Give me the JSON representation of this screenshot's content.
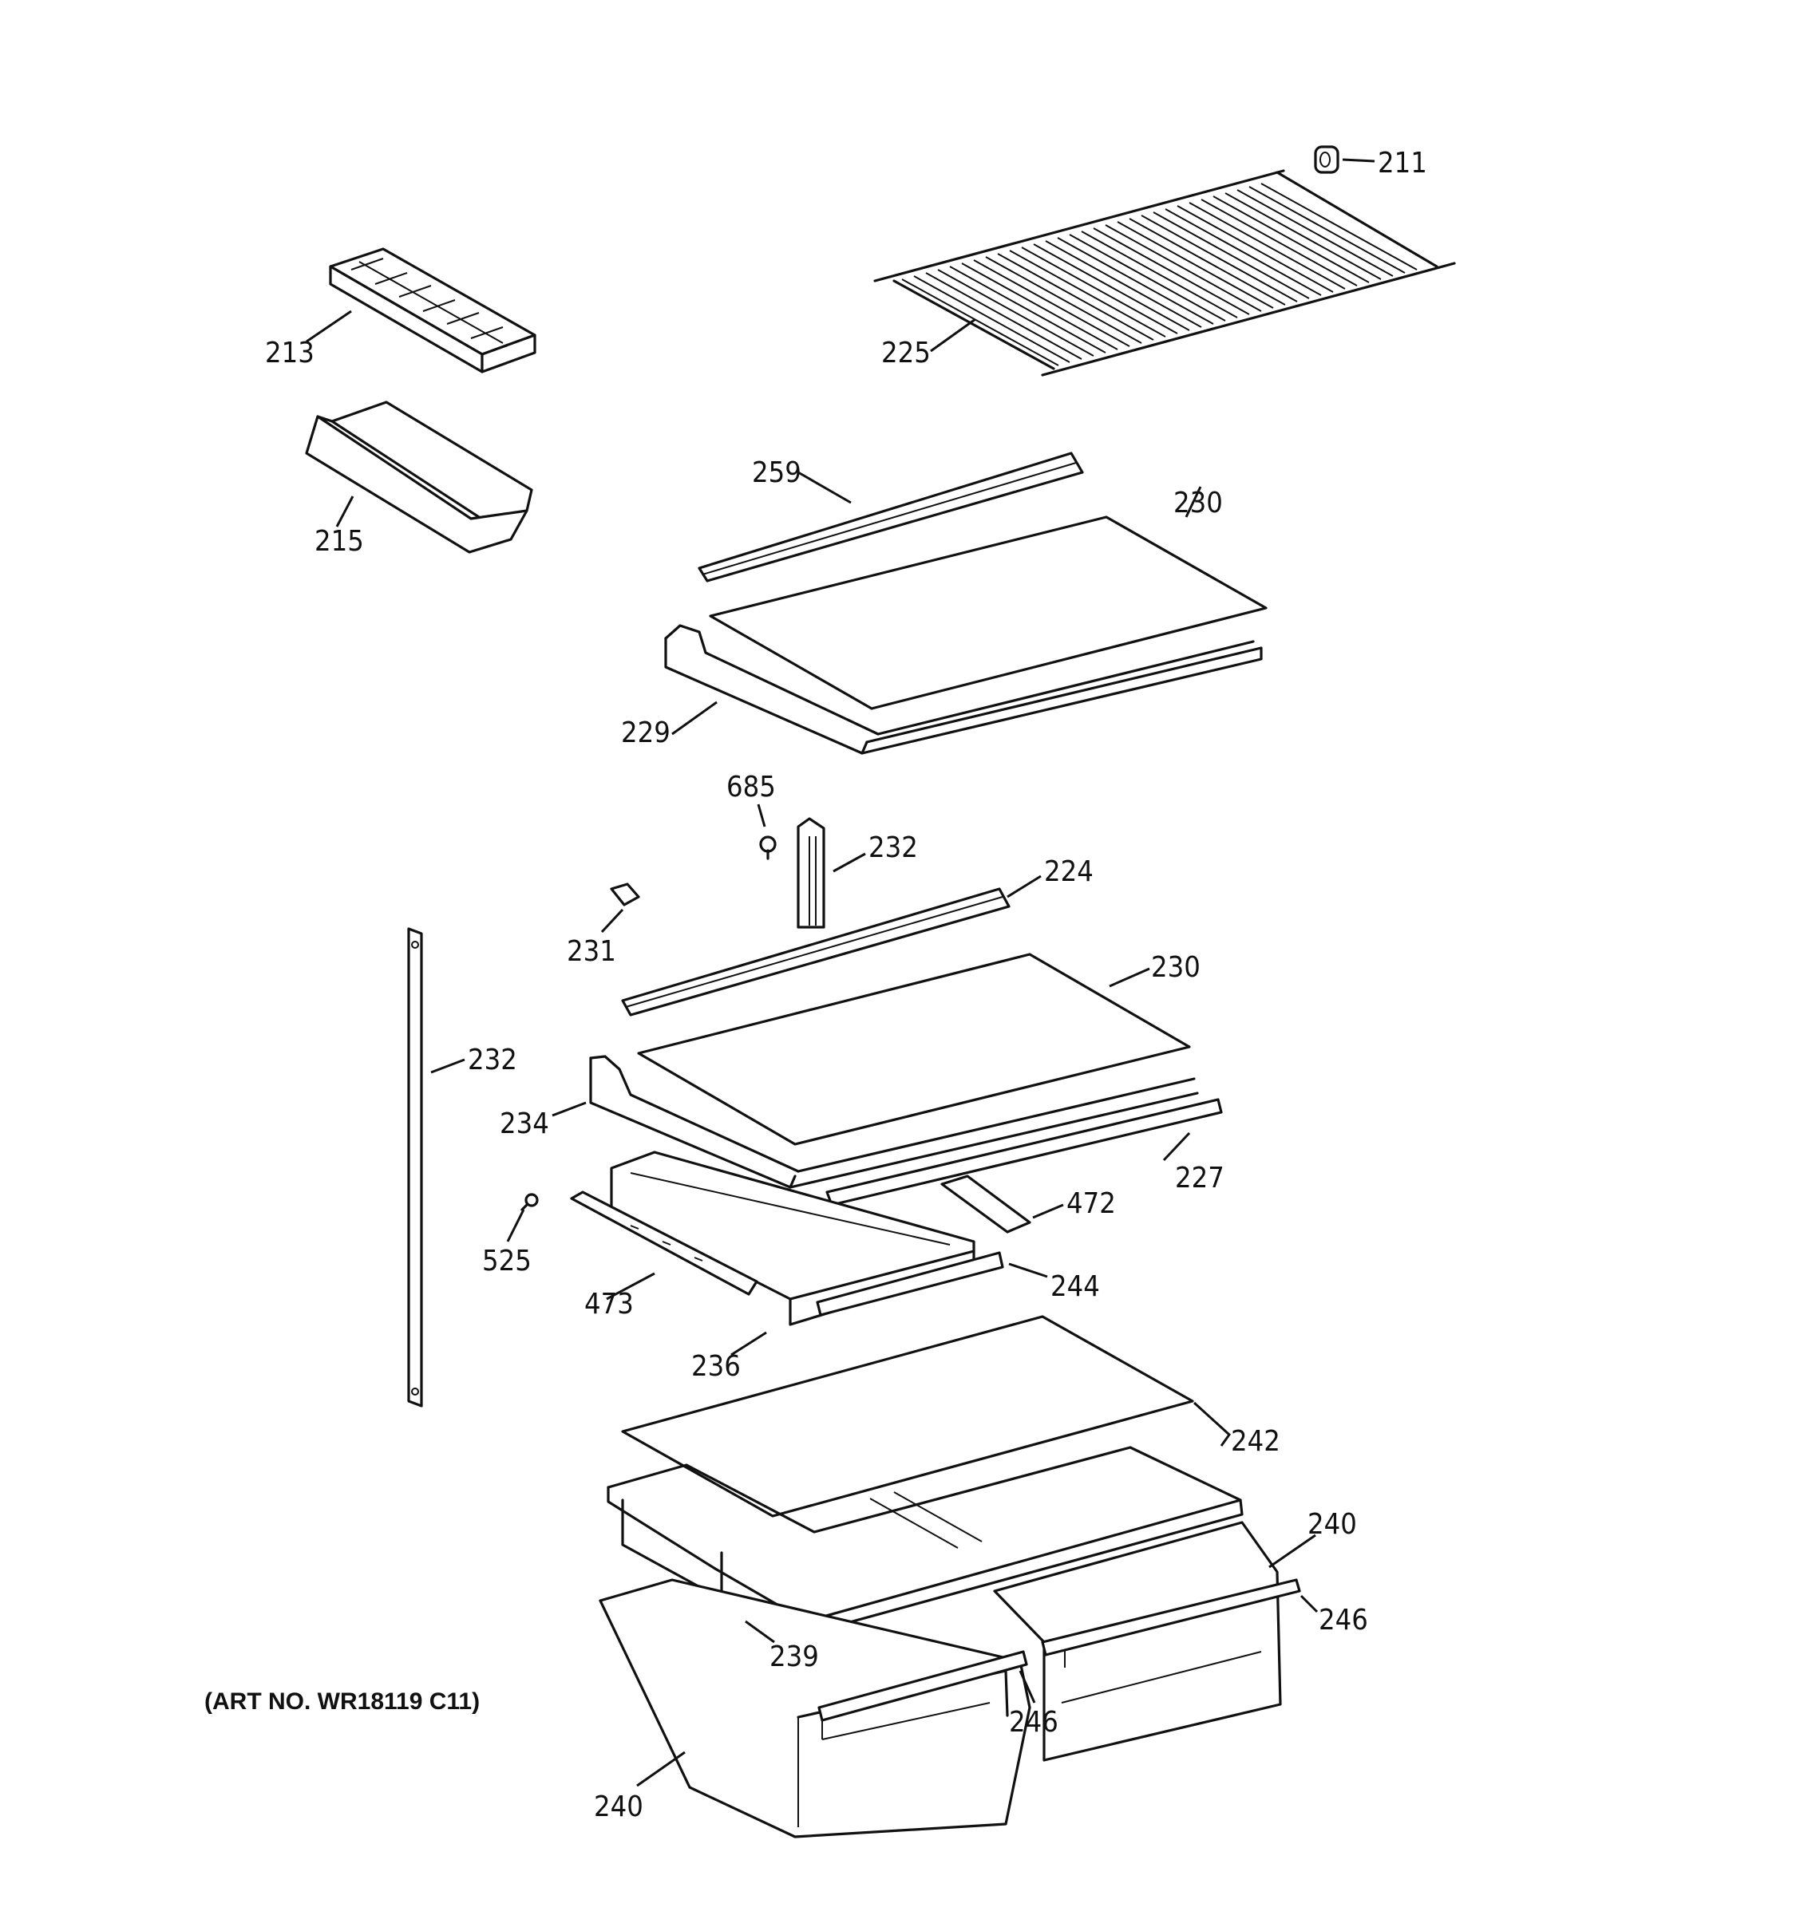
{
  "art_number": "(ART NO. WR18119 C11)",
  "callouts": {
    "c211": "211",
    "c225": "225",
    "c213": "213",
    "c215": "215",
    "c259": "259",
    "c230a": "230",
    "c229": "229",
    "c685": "685",
    "c232a": "232",
    "c224": "224",
    "c231": "231",
    "c230b": "230",
    "c232b": "232",
    "c234": "234",
    "c227": "227",
    "c472": "472",
    "c525": "525",
    "c244": "244",
    "c473": "473",
    "c236": "236",
    "c242": "242",
    "c240a": "240",
    "c246a": "246",
    "c239": "239",
    "c246b": "246",
    "c240b": "240"
  }
}
